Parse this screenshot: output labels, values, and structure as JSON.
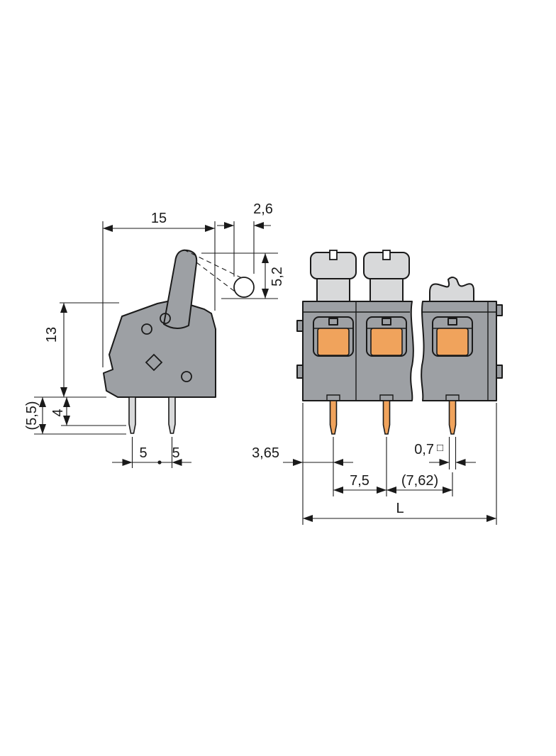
{
  "colors": {
    "line": "#1a1a1a",
    "body": "#9da0a4",
    "light": "#d8d9da",
    "accent": "#f0a35c",
    "background": "#ffffff"
  },
  "side_view": {
    "dims": {
      "overall_width": "15",
      "lever_tip_width": "2,6",
      "lever_travel": "5,2",
      "overall_height": "13",
      "pin_length_ref": "(5,5)",
      "pin_length": "4",
      "pin_spacing_a": "5",
      "pin_spacing_b": "5"
    }
  },
  "front_view": {
    "dims": {
      "edge_to_first_pin": "3,65",
      "pin_cross_section": "0,7",
      "pin_square_symbol": "□",
      "pole_pitch": "7,5",
      "pole_pitch_ref": "(7,62)",
      "overall_length": "L"
    }
  }
}
